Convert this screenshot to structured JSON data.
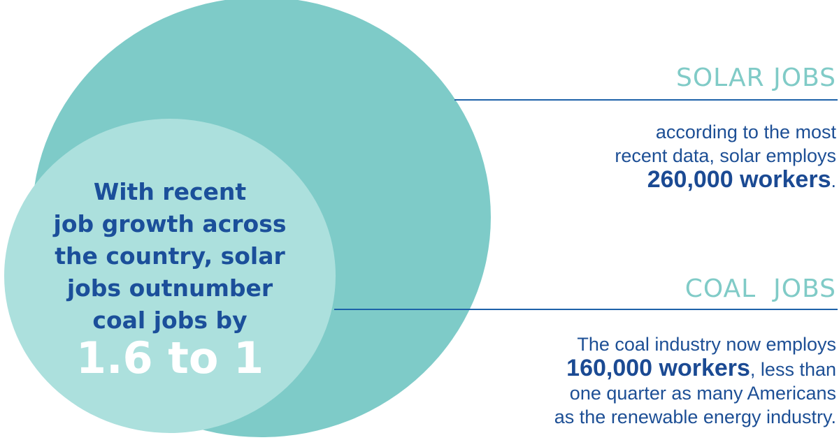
{
  "circle": {
    "lines": [
      "With recent",
      "job growth across",
      "the country, solar",
      "jobs outnumber",
      "coal jobs by"
    ],
    "ratio": "1.6 to 1"
  },
  "solar": {
    "heading": "SOLAR JOBS",
    "line1": "according to the most",
    "line2": "recent data, solar employs",
    "figure": "260,000 workers",
    "figure_suffix": "."
  },
  "coal": {
    "heading": "COAL  JOBS",
    "line1": "The coal industry now employs",
    "figure": "160,000 workers",
    "figure_suffix": ", less than",
    "line3": "one quarter as many Americans",
    "line4": "as the renewable energy industry."
  },
  "colors": {
    "big_circle": "#7ecbc8",
    "small_circle": "#ace0dd",
    "navy": "#1b4f9a",
    "teal_heading": "#80cbc7",
    "rule": "#1e62a9"
  }
}
